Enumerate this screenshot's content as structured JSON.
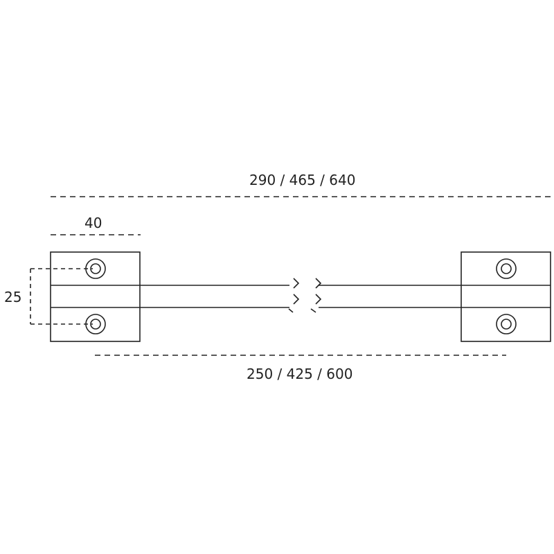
{
  "dimensions": {
    "overall_length": "290 / 465 / 640",
    "mount_width": "40",
    "hole_spacing": "25",
    "center_to_center": "250 / 425 / 600"
  }
}
